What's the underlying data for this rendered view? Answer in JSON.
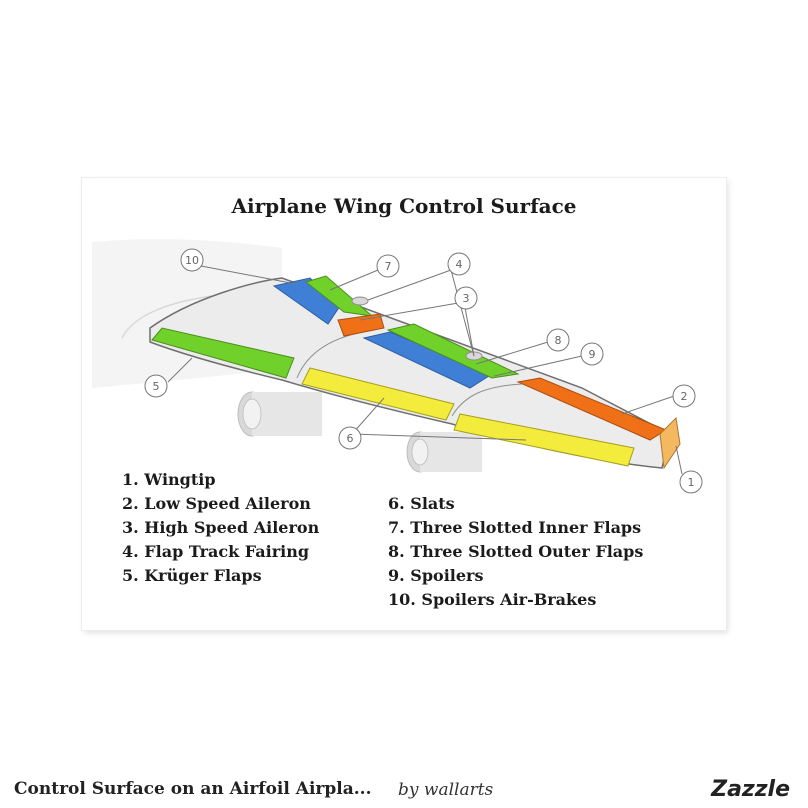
{
  "poster": {
    "title": "Airplane Wing Control Surface",
    "legend_left": [
      "1. Wingtip",
      "2. Low Speed Aileron",
      "3. High Speed Aileron",
      "4. Flap Track Fairing",
      "5. Krüger Flaps"
    ],
    "legend_right": [
      "6. Slats",
      "7. Three Slotted Inner Flaps",
      "8. Three Slotted Outer Flaps",
      "9. Spoilers",
      "10. Spoilers Air-Brakes"
    ],
    "callouts": [
      "1",
      "2",
      "3",
      "4",
      "5",
      "6",
      "7",
      "8",
      "9",
      "10"
    ]
  },
  "colors": {
    "wing": "#ececec",
    "green": "#6fd12a",
    "blue": "#3f7fd6",
    "orange": "#f07018",
    "yellow": "#f4ec3c",
    "engine": "#e2e2e2"
  },
  "footer": {
    "product_title": "Control Surface on an Airfoil Airpla...",
    "byline": "by wallarts",
    "brand": "Zazzle"
  }
}
